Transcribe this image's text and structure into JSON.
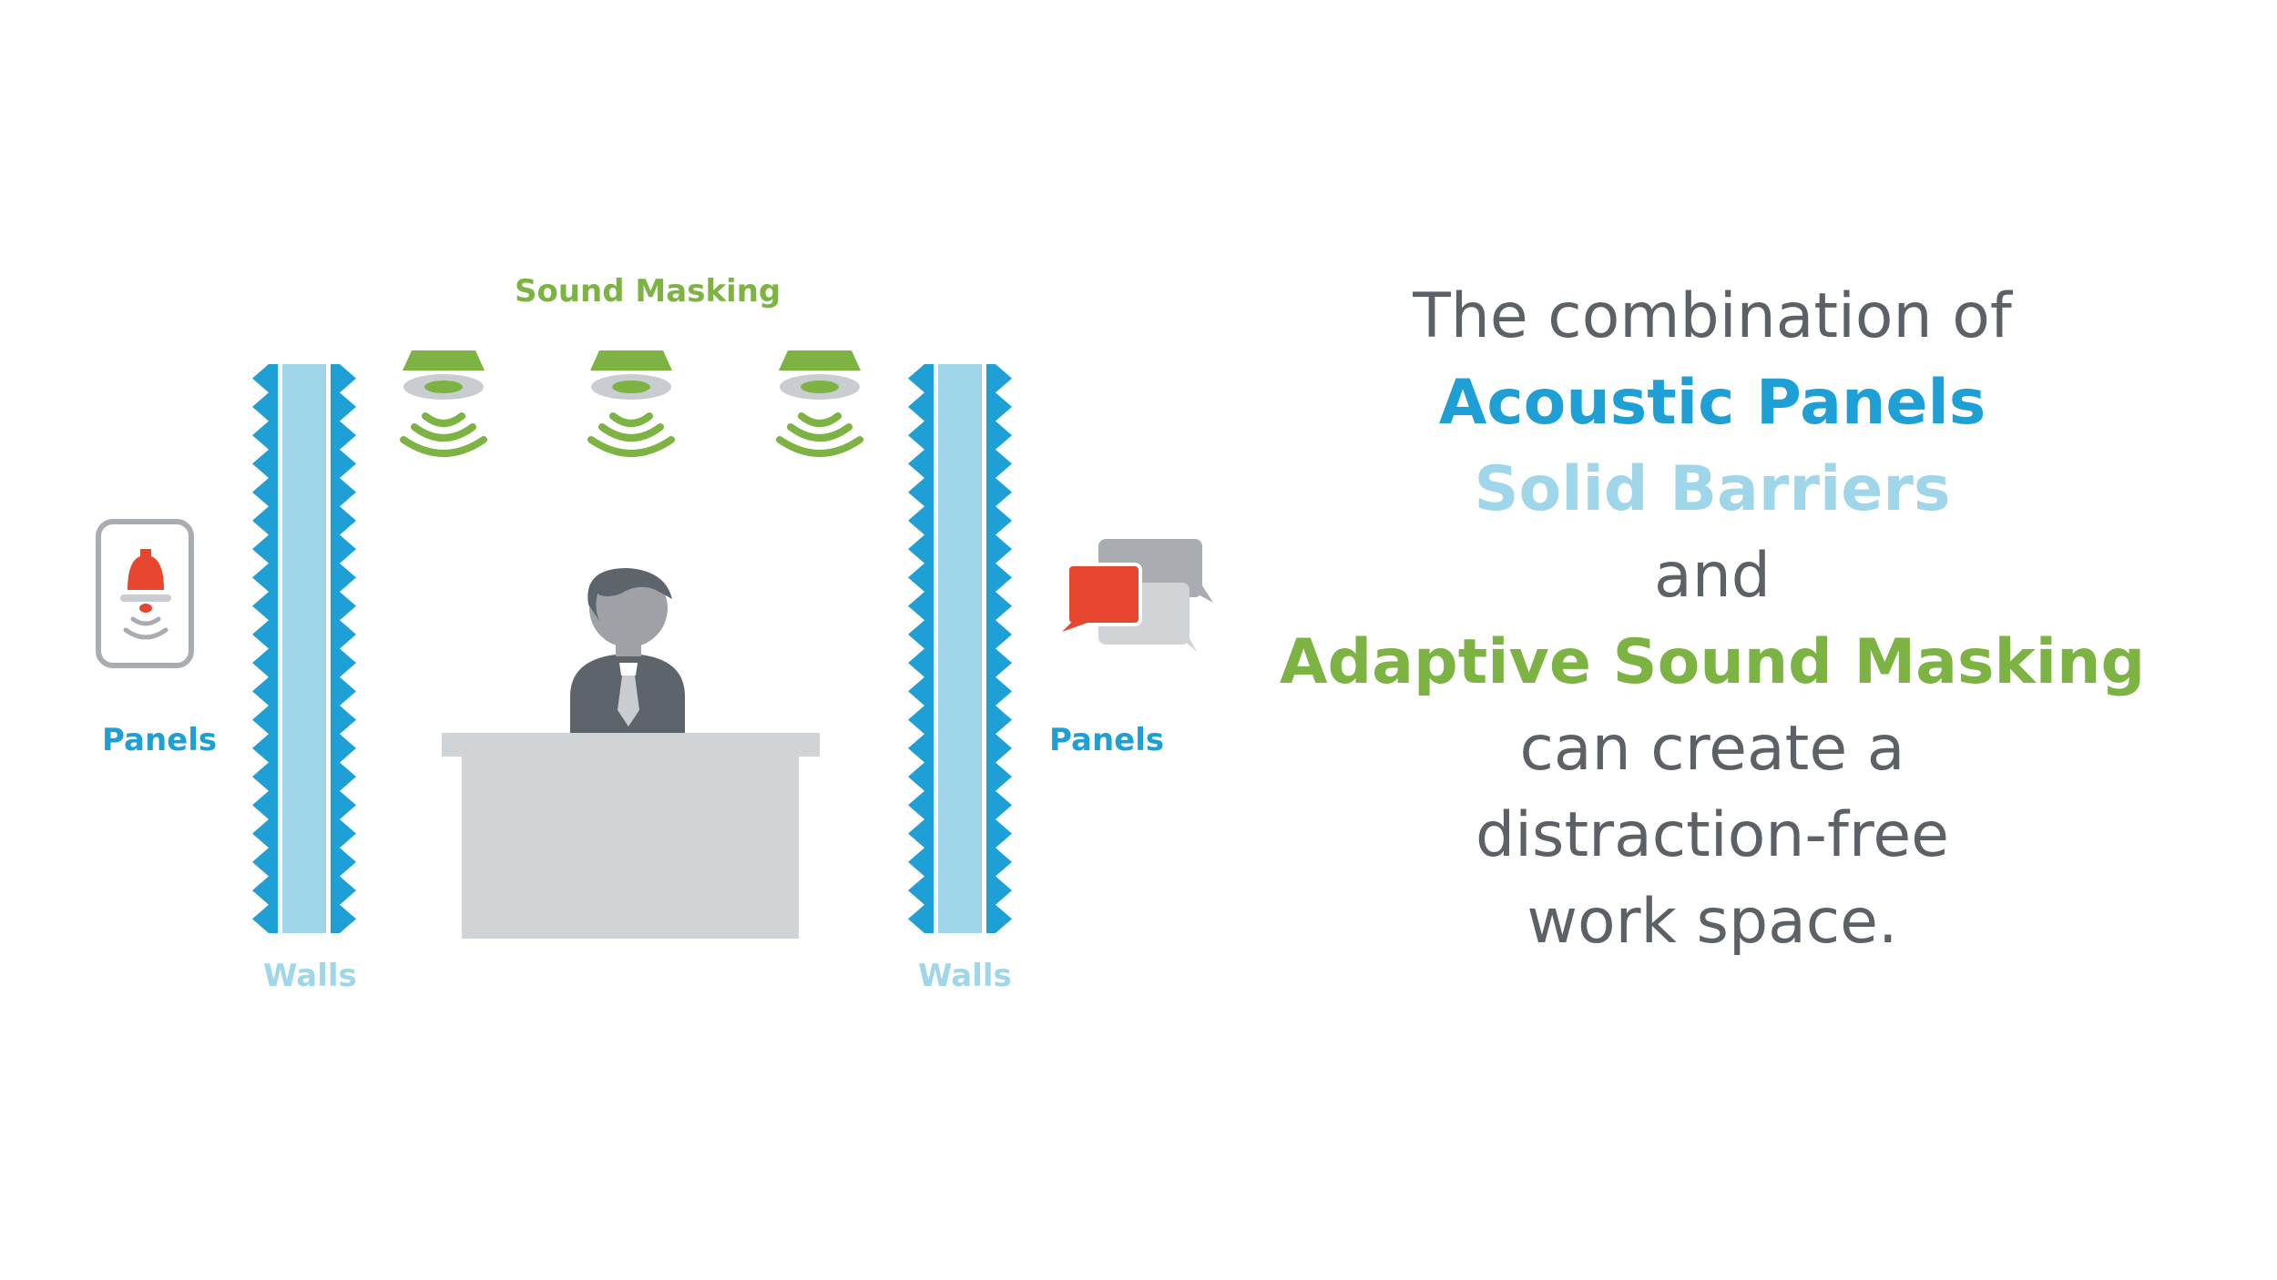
{
  "colors": {
    "panel_blue": "#1e9fd6",
    "wall_light_blue": "#9fd6ea",
    "masking_green": "#7cb342",
    "text_gray": "#5c6168",
    "desk_gray": "#d1d4d7",
    "alert_red": "#e8472f",
    "person_dark": "#5e646b",
    "person_skin": "#9ea2a6"
  },
  "diagram": {
    "sound_masking_label": "Sound Masking",
    "panels_label_left": "Panels",
    "panels_label_right": "Panels",
    "walls_label_left": "Walls",
    "walls_label_right": "Walls",
    "icons": [
      "bell-alarm-icon",
      "speech-bubbles-icon",
      "sound-masking-speaker-icon",
      "person-at-desk-icon",
      "acoustic-panel-wall-icon"
    ]
  },
  "message": {
    "line1": "The combination of",
    "line2": "Acoustic Panels",
    "line3": "Solid Barriers",
    "line4": "and",
    "line5": "Adaptive Sound Masking",
    "line6": "can create a",
    "line7": "distraction-free",
    "line8": "work space."
  }
}
